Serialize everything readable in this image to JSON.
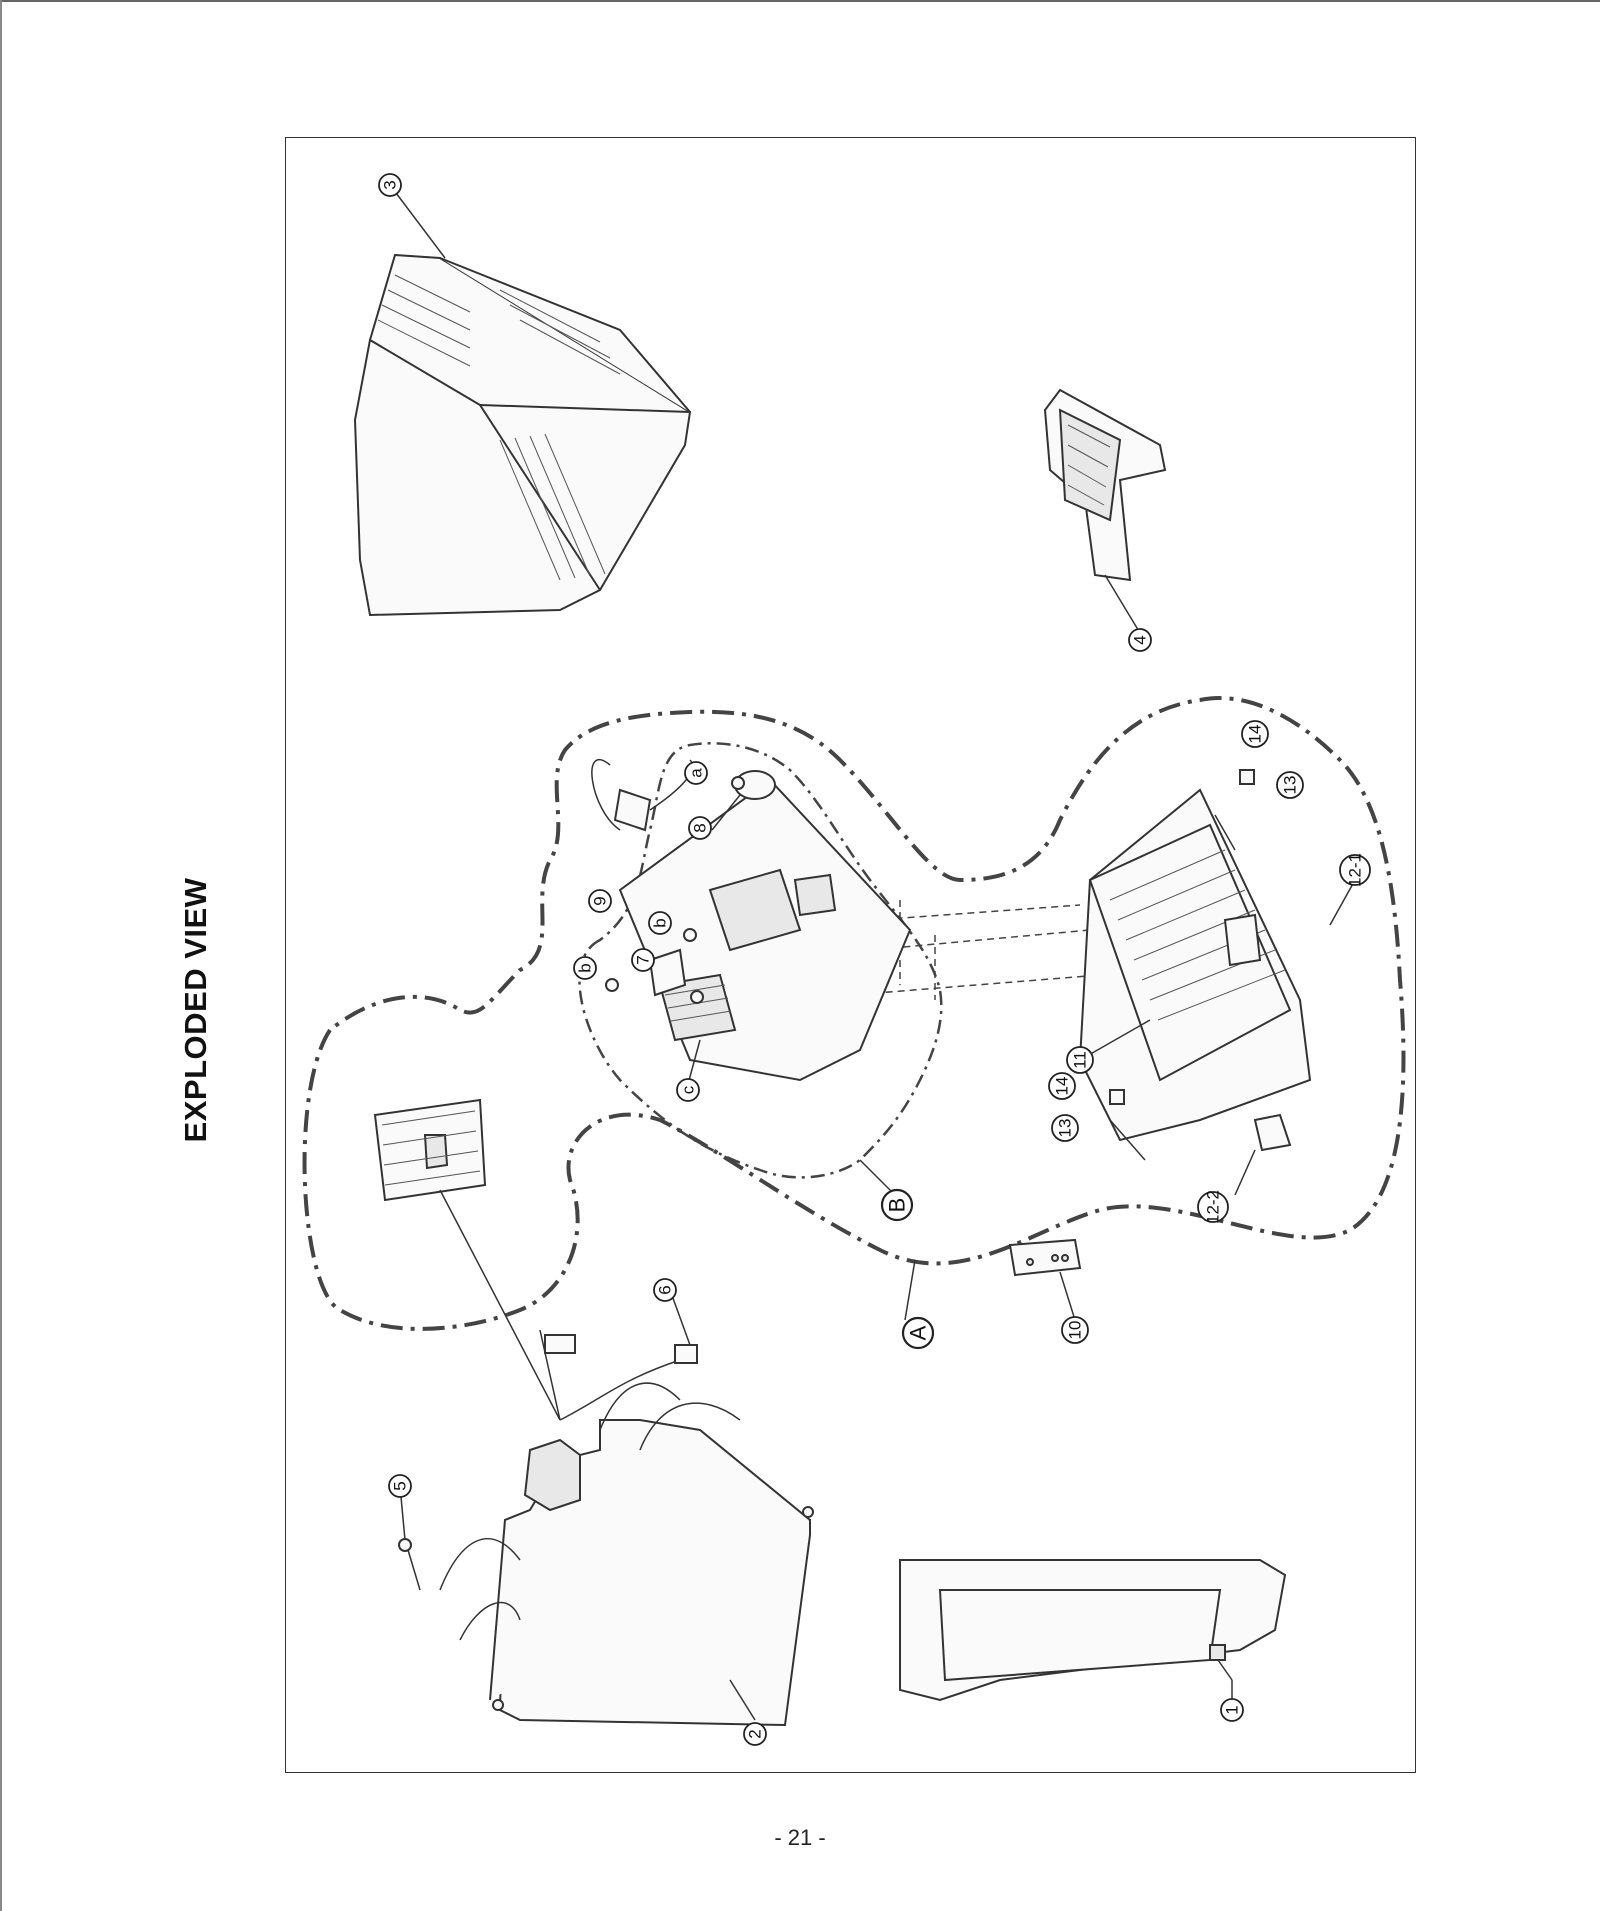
{
  "title": "EXPLODED VIEW",
  "page_number": "- 21 -",
  "callouts": {
    "c1": "1",
    "c2": "2",
    "c3": "3",
    "c4": "4",
    "c5": "5",
    "c6": "6",
    "c7": "7",
    "c8": "8",
    "c9": "9",
    "c10": "10",
    "c11": "11",
    "c12_1": "12-1",
    "c12_2": "12-2",
    "c13a": "13",
    "c13b": "13",
    "c14a": "14",
    "c14b": "14",
    "cA": "A",
    "cB": "B",
    "ca": "a",
    "cb1": "b",
    "cb2": "b",
    "cc": "c"
  }
}
